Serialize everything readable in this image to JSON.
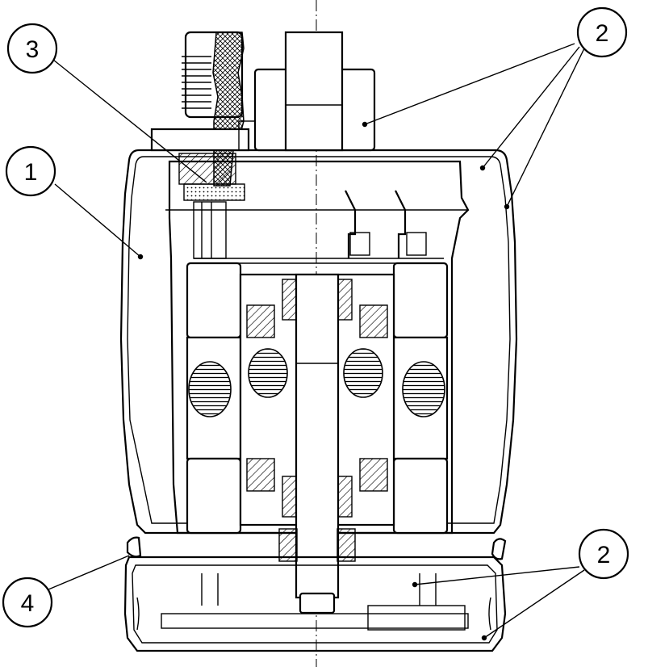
{
  "callouts": [
    {
      "id": "c1",
      "label": "1"
    },
    {
      "id": "c2a",
      "label": "2"
    },
    {
      "id": "c2b",
      "label": "2"
    },
    {
      "id": "c3",
      "label": "3"
    },
    {
      "id": "c4",
      "label": "4"
    }
  ]
}
